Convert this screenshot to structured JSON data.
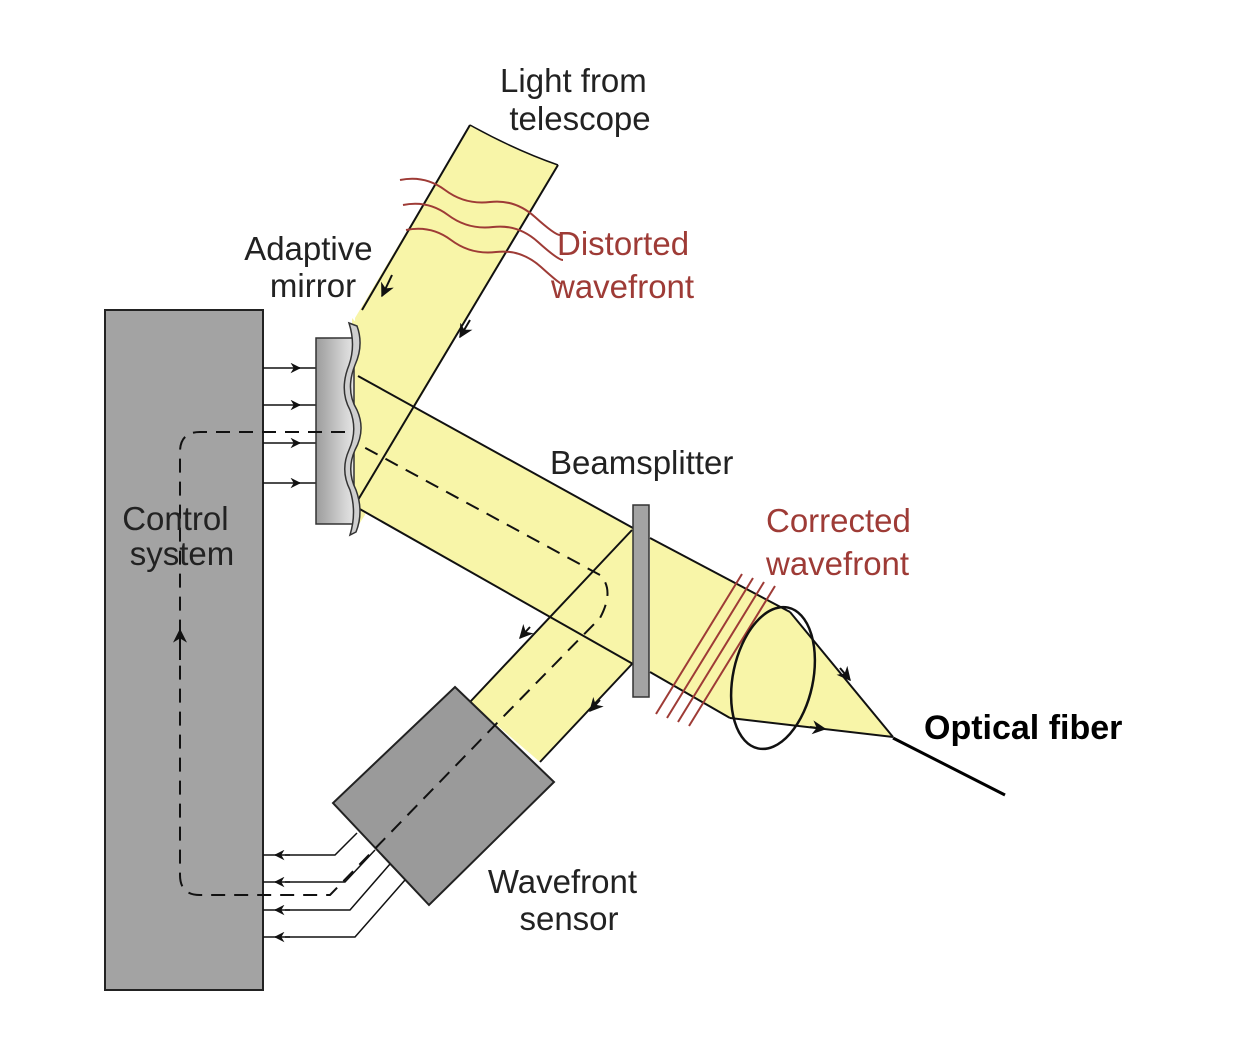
{
  "labels": {
    "light_from_telescope": [
      "Light from",
      "telescope"
    ],
    "distorted_wavefront": [
      "Distorted",
      "wavefront"
    ],
    "adaptive_mirror": [
      "Adaptive",
      "mirror"
    ],
    "beamsplitter": "Beamsplitter",
    "corrected_wavefront": [
      "Corrected",
      "wavefront"
    ],
    "control_system": [
      "Control",
      "system"
    ],
    "wavefront_sensor": [
      "Wavefront",
      "sensor"
    ],
    "optical_fiber": "Optical fiber"
  },
  "colors": {
    "beam": "#f8f5a8",
    "wavefront": "#9e3b36",
    "component_gray": "#a3a3a3",
    "sensor_gray": "#9a9a9a"
  }
}
